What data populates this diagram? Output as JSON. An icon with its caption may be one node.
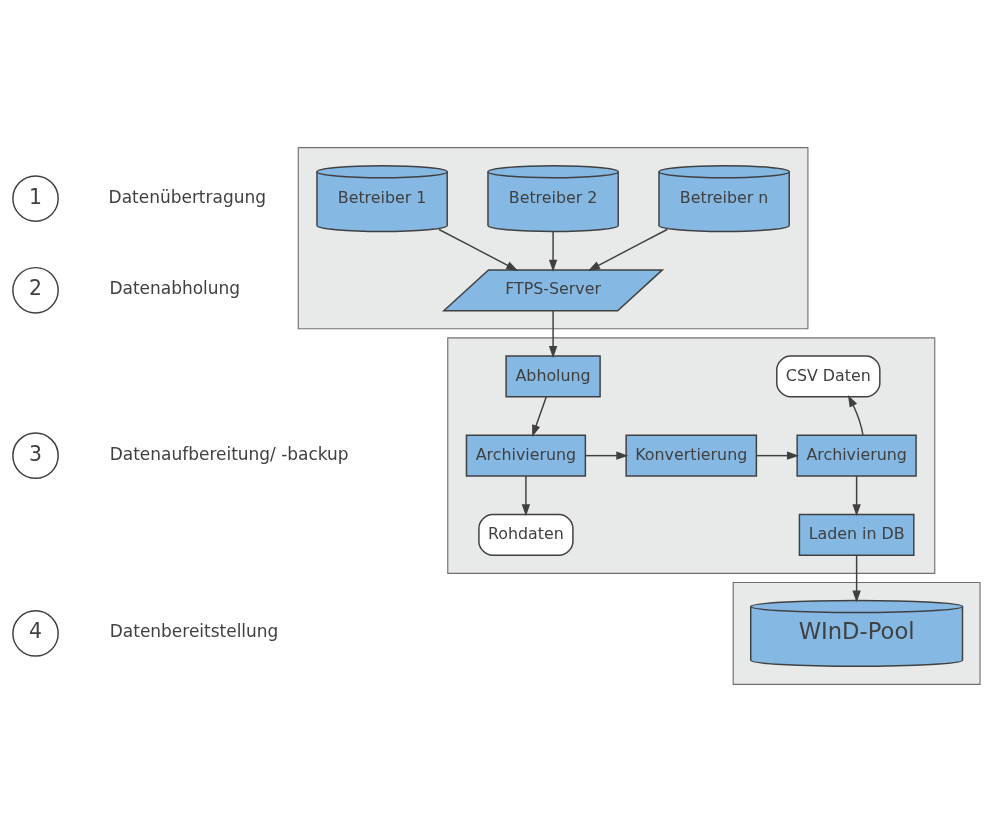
{
  "diagram": {
    "nodes": [
      {
        "text": [],
        "shape": "box"
      },
      {
        "text": [
          "Betreiber 1"
        ],
        "in": 0
      },
      {
        "text": [
          "Betreiber 2"
        ],
        "in": 0
      },
      {
        "text": [
          "Betreiber n"
        ],
        "in": 0
      },
      {
        "text": [
          "FTPS-Server"
        ],
        "in": 0
      },
      {
        "text": [],
        "shape": "box"
      },
      {
        "text": [
          "Abholung"
        ],
        "in": 5
      },
      {
        "text": [
          "CSV Daten"
        ],
        "in": 5
      },
      {
        "text": [
          "Archivierung"
        ],
        "in": 5
      },
      {
        "text": [
          "Konvertierung"
        ],
        "in": 5
      },
      {
        "text": [
          "Archivierung"
        ],
        "in": 5
      },
      {
        "text": [
          "Rohdaten"
        ],
        "in": 5
      },
      {
        "text": [
          "Laden in DB"
        ],
        "in": 5
      },
      {
        "text": [],
        "shape": "box"
      },
      {
        "text": [
          "WInD-Pool"
        ],
        "in": 13
      },
      {
        "text": [
          "1"
        ],
        "beside": [
          "Datenübertragung"
        ]
      },
      {
        "text": [
          "2"
        ],
        "beside": [
          "Datenabholung"
        ]
      },
      {
        "text": [
          "3"
        ],
        "beside": [
          "Datenaufbereitung/ -backup"
        ]
      },
      {
        "text": [
          "4"
        ],
        "beside": [
          "Datenbereitstellung"
        ]
      }
    ],
    "edges": [
      {
        "from": 1,
        "to": 4,
        "arrow": "to"
      },
      {
        "from": 2,
        "to": 4,
        "arrow": "to"
      },
      {
        "from": 3,
        "to": 4,
        "arrow": "to"
      },
      {
        "from": 4,
        "to": 6,
        "arrow": "to"
      },
      {
        "from": 6,
        "to": 8,
        "arrow": "to"
      },
      {
        "from": 8,
        "to": 9,
        "arrow": "to"
      },
      {
        "from": 9,
        "to": 10,
        "arrow": "to"
      },
      {
        "from": 10,
        "to": 7,
        "arrow": "to"
      },
      {
        "from": 8,
        "to": 11,
        "arrow": "to"
      },
      {
        "from": 10,
        "to": 12,
        "arrow": "to"
      },
      {
        "from": 12,
        "to": 14,
        "arrow": "to"
      }
    ]
  }
}
